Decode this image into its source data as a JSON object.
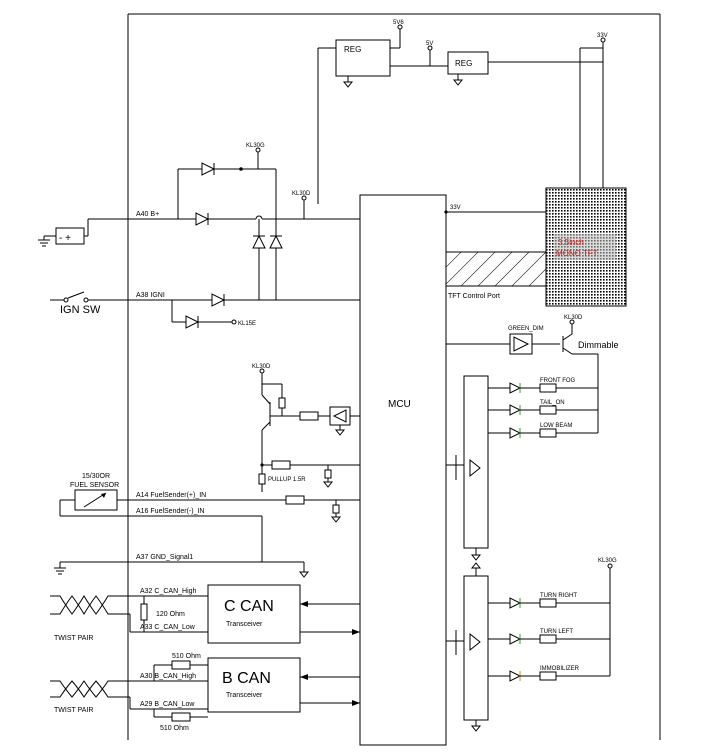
{
  "supply": {
    "v5": "5V6",
    "v5b": "5V",
    "v33_top": "33V",
    "v33_mcu": "33V",
    "kl30g_top": "KL30G",
    "kl30g_right": "KL30G",
    "kl30d_top": "KL30D",
    "kl30d_mid": "KL30D",
    "kl30d_dim": "KL30D"
  },
  "regulators": {
    "reg1": "REG",
    "reg2": "REG"
  },
  "pins": {
    "a40": "A40 B+",
    "a38": "A38 IGNI",
    "a14": "A14 FuelSender(+)_IN",
    "a16": "A16 FuelSender(-)_IN",
    "a37": "A37 GND_Signal1",
    "a32": "A32 C_CAN_High",
    "a33": "A33 C_CAN_Low",
    "a30": "A30 B_CAN_High",
    "a29": "A29 B_CAN_Low"
  },
  "inputs": {
    "ign_sw": "IGN SW",
    "kl15e": "KL15E",
    "fuel_ohm": "15/30OR",
    "fuel_sensor": "FUEL SENSOR",
    "pullup": "PULLUP 1.5R"
  },
  "mcu": {
    "label": "MCU"
  },
  "tft": {
    "line1": "3.5inch",
    "line2": "MONO TFT",
    "port": "TFT Control Port"
  },
  "dimming": {
    "green_dim": "GREEN_DIM",
    "dimmable": "Dimmable"
  },
  "lamps": {
    "front_fog": "FRONT FOG",
    "tail_on": "TAIL_ON",
    "low_beam": "LOW BEAM",
    "turn_right": "TURN RIGHT",
    "turn_left": "TURN LEFT",
    "immobilizer": "IMMOBILIZER"
  },
  "can": {
    "c_title": "C CAN",
    "c_sub": "Transceiver",
    "c_res": "120 Ohm",
    "b_title": "B CAN",
    "b_sub": "Transceiver",
    "b_res_top": "510 Ohm",
    "b_res_bot": "510 Ohm",
    "twist1": "TWIST PAIR",
    "twist2": "TWIST PAIR"
  },
  "colors": {
    "led_green": "#2fa52f",
    "led_orange": "#e08a1a",
    "tft_text": "#d01818",
    "tft_fill": "#bdbdbd"
  }
}
